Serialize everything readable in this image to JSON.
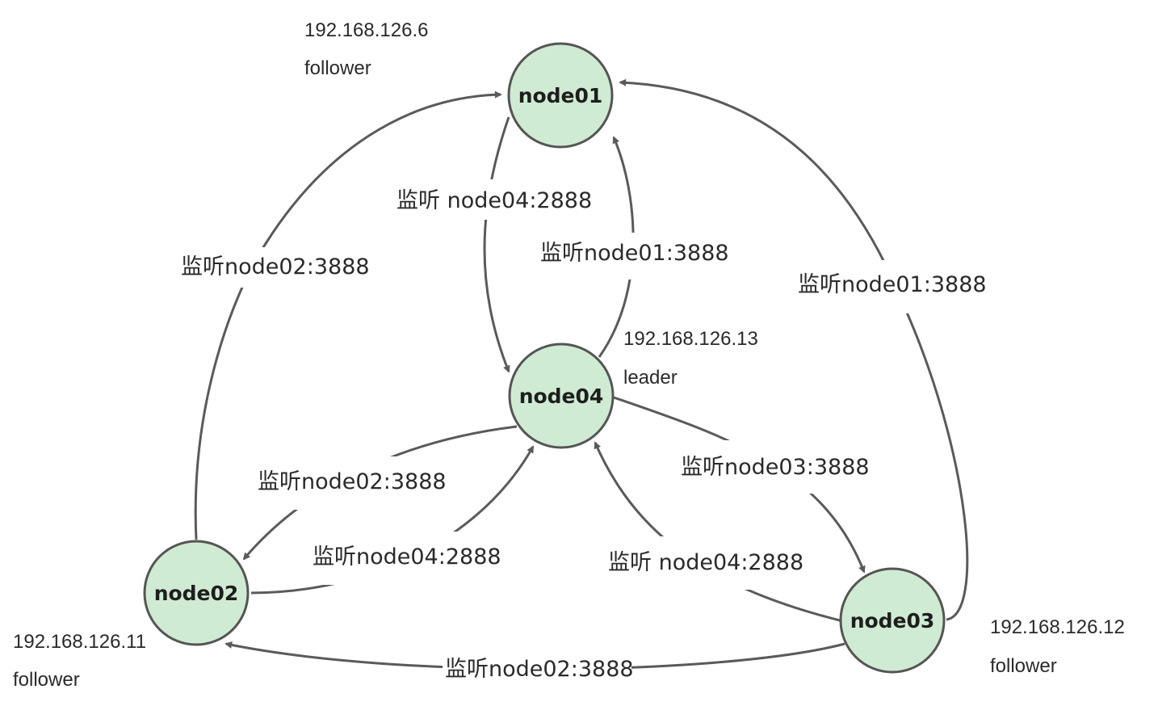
{
  "nodes": [
    {
      "id": "node01",
      "label": "node01",
      "ip": "192.168.126.6",
      "role": "follower"
    },
    {
      "id": "node02",
      "label": "node02",
      "ip": "192.168.126.11",
      "role": "follower"
    },
    {
      "id": "node03",
      "label": "node03",
      "ip": "192.168.126.12",
      "role": "follower"
    },
    {
      "id": "node04",
      "label": "node04",
      "ip": "192.168.126.13",
      "role": "leader"
    }
  ],
  "edges": [
    {
      "from": "node02",
      "to": "node01",
      "label": "监听node02:3888"
    },
    {
      "from": "node01",
      "to": "node04",
      "label": "监听 node04:2888"
    },
    {
      "from": "node04",
      "to": "node01",
      "label": "监听node01:3888"
    },
    {
      "from": "node03",
      "to": "node01",
      "label": "监听node01:3888"
    },
    {
      "from": "node04",
      "to": "node02",
      "label": "监听node02:3888"
    },
    {
      "from": "node02",
      "to": "node04",
      "label": "监听node04:2888"
    },
    {
      "from": "node04",
      "to": "node03",
      "label": "监听node03:3888"
    },
    {
      "from": "node03",
      "to": "node04",
      "label": "监听 node04:2888"
    },
    {
      "from": "node03",
      "to": "node02",
      "label": "监听node02:3888"
    }
  ],
  "colors": {
    "node_fill": "#d0ebd3",
    "node_stroke": "#555555",
    "edge": "#5a5a5a"
  }
}
